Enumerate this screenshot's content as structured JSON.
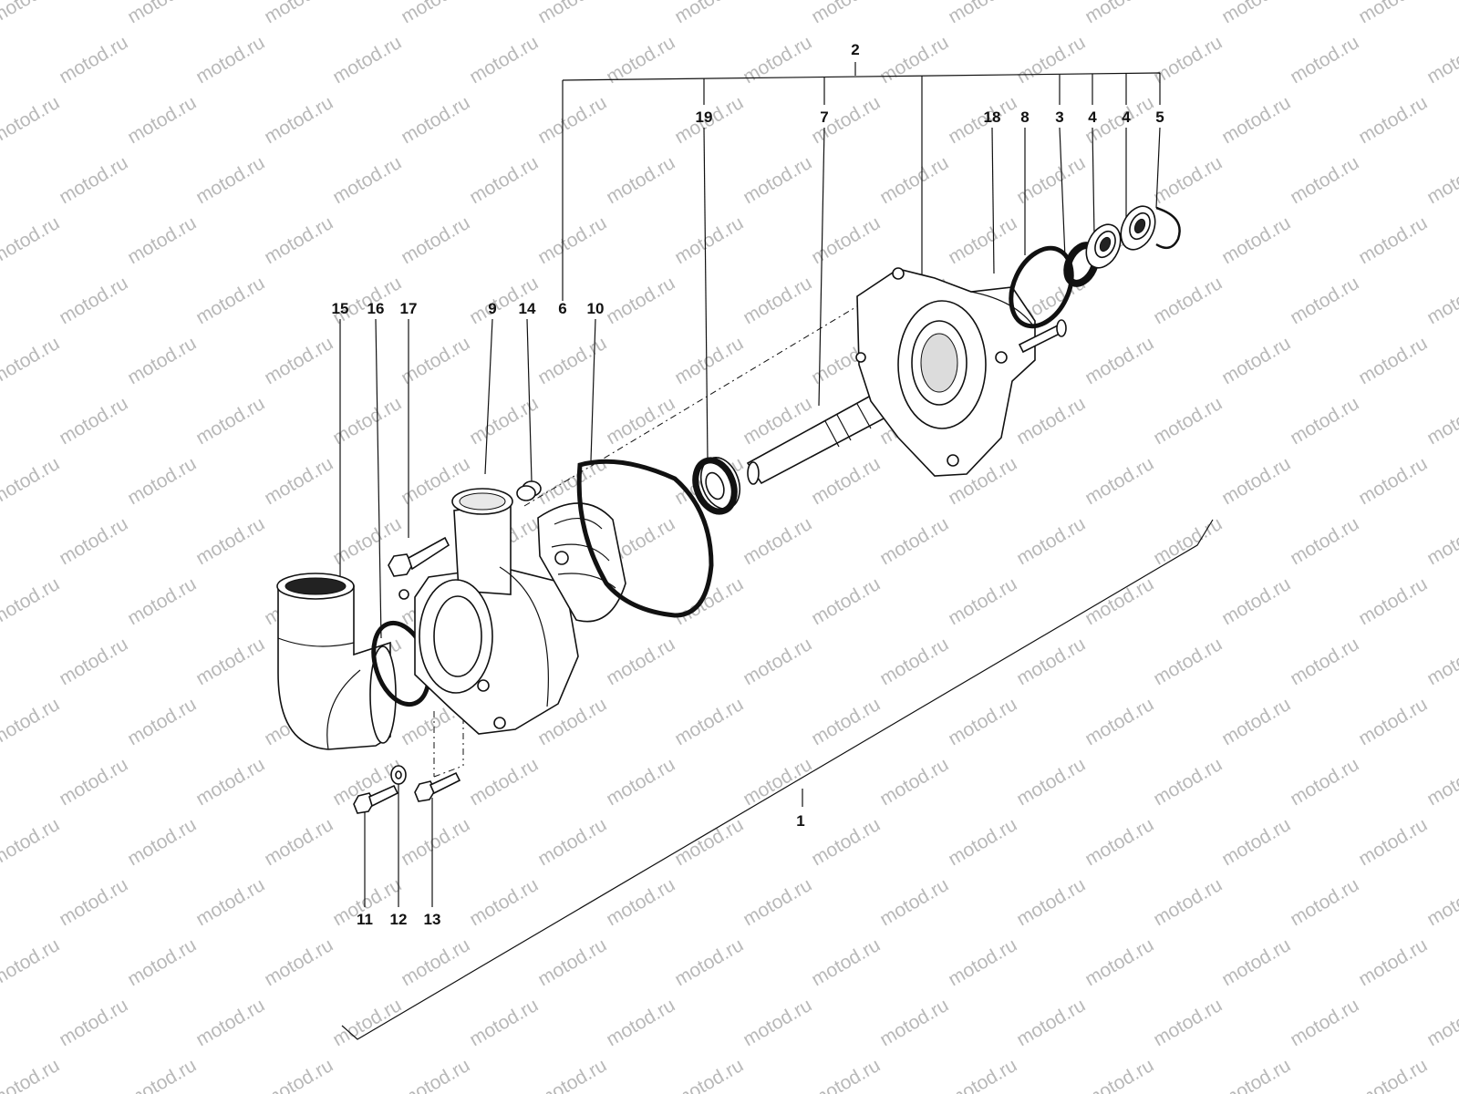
{
  "watermark": "motod.ru",
  "callouts": {
    "c1": "1",
    "c2": "2",
    "c3": "3",
    "c4a": "4",
    "c4b": "4",
    "c5": "5",
    "c6": "6",
    "c7": "7",
    "c8": "8",
    "c9": "9",
    "c10": "10",
    "c11": "11",
    "c12": "12",
    "c13": "13",
    "c14": "14",
    "c15": "15",
    "c16": "16",
    "c17": "17",
    "c18": "18",
    "c19": "19"
  }
}
